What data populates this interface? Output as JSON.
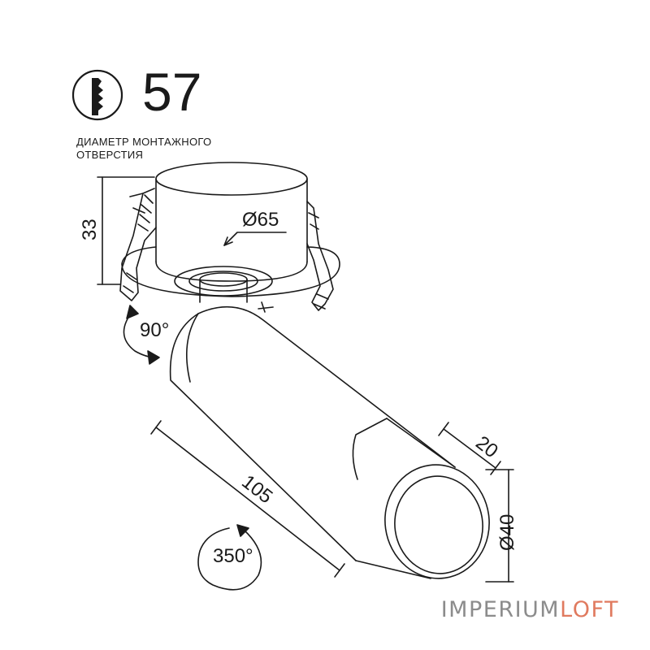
{
  "mounting_hole": {
    "diameter_value": "57",
    "label_line1": "ДИАМЕТР МОНТАЖНОГО",
    "label_line2": "ОТВЕРСТИЯ",
    "icon": "drill-bit-icon"
  },
  "dimensions": {
    "height": "33",
    "base_diameter": "Ø65",
    "tilt_angle": "90°",
    "length": "105",
    "ring_width": "20",
    "tube_diameter": "Ø40",
    "rotation_angle": "350°"
  },
  "brand": {
    "part1": "IMPERIUM",
    "part2": "LOFT",
    "color_part1": "#8c8c8c",
    "color_part2": "#e07a5f"
  },
  "colors": {
    "line": "#1a1a1a"
  }
}
